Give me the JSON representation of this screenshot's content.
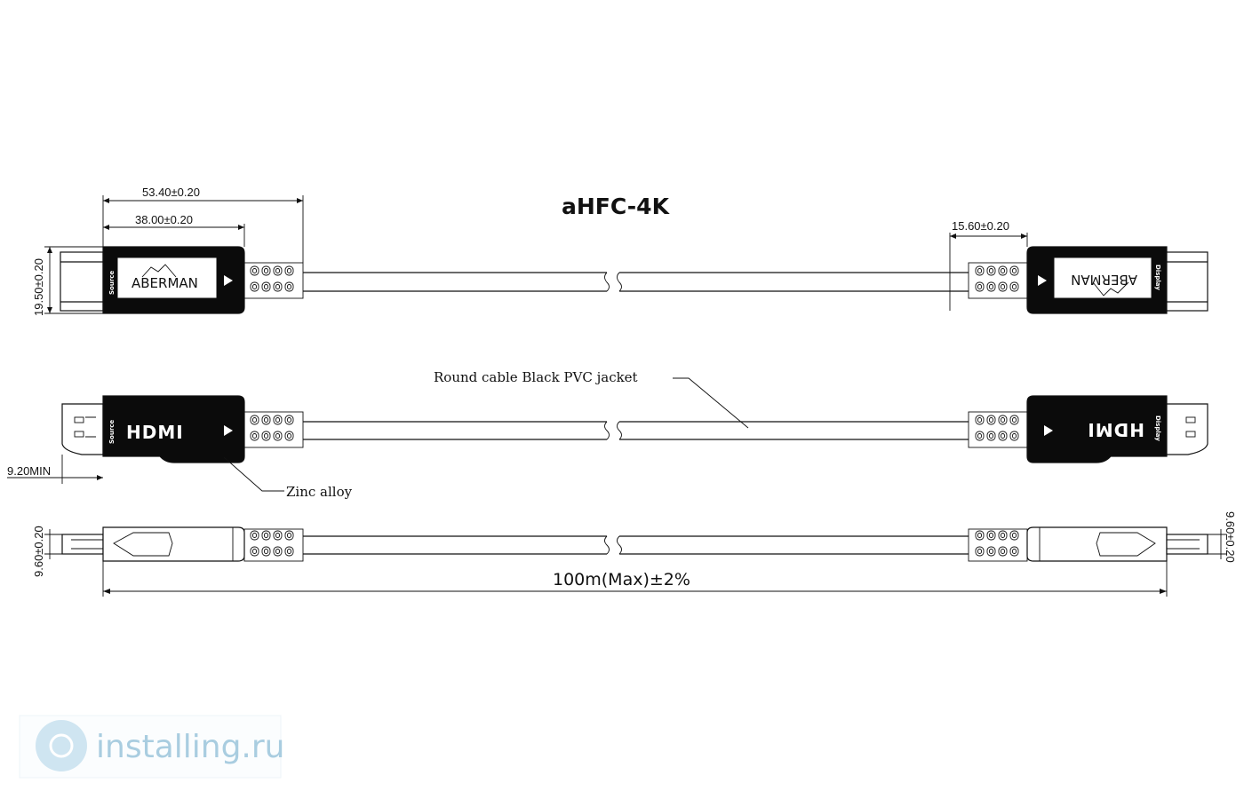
{
  "title": "aHFC-4K",
  "dimensions": {
    "overall_connector_length": "53.40±0.20",
    "housing_length": "38.00±0.20",
    "right_strain_relief": "15.60±0.20",
    "connector_height": "19.50±0.20",
    "min_length": "9.20MIN",
    "thickness_left": "9.60±0.20",
    "thickness_right": "9.60±0.20",
    "cable_length": "100m(Max)±2%"
  },
  "callouts": {
    "cable": "Round cable Black PVC jacket",
    "shell": "Zinc alloy"
  },
  "labels": {
    "brand": "ABERMAN",
    "hdmi_logo": "HDMI",
    "source": "Source",
    "display": "Display"
  },
  "watermark": {
    "text": "installing.ru"
  }
}
